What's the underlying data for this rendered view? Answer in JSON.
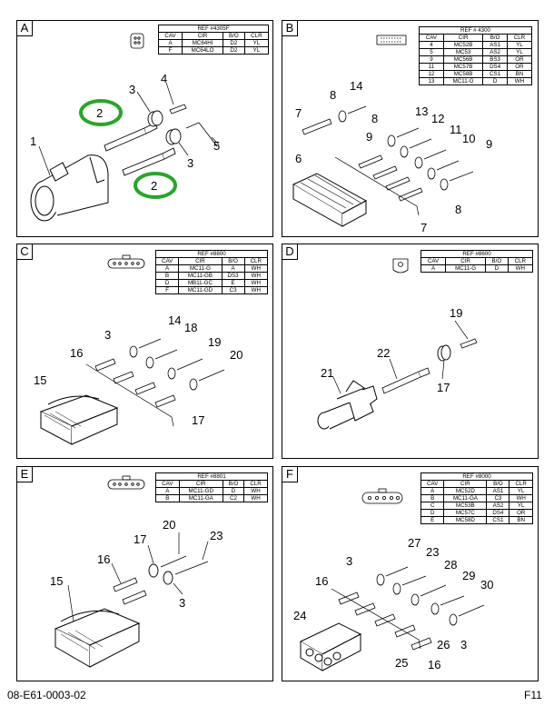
{
  "panels": {
    "a": {
      "letter": "A",
      "ref_title": "REF #4305F",
      "columns": [
        "CAV",
        "CIR",
        "B/O",
        "CLR"
      ],
      "rows": [
        [
          "A",
          "MC64HI",
          "D2",
          "YL"
        ],
        [
          "F",
          "MC64LO",
          "D2",
          "YL"
        ]
      ],
      "callouts": [
        "1",
        "2",
        "2",
        "3",
        "3",
        "4",
        "5"
      ]
    },
    "b": {
      "letter": "B",
      "ref_title": "REF # 4300",
      "columns": [
        "CAV",
        "CIR",
        "B/O",
        "CLR"
      ],
      "rows": [
        [
          "4",
          "MC52B",
          "AS1",
          "YL"
        ],
        [
          "5",
          "MC53",
          "AS2",
          "YL"
        ],
        [
          "9",
          "MC56B",
          "BS3",
          "OR"
        ],
        [
          "11",
          "MC57B",
          "DS4",
          "OR"
        ],
        [
          "12",
          "MC58B",
          "CS1",
          "BN"
        ],
        [
          "13",
          "MC11-G",
          "D",
          "WH"
        ]
      ],
      "callouts": [
        "14",
        "8",
        "7",
        "8",
        "13",
        "12",
        "9",
        "11",
        "10",
        "9",
        "6",
        "8",
        "7"
      ]
    },
    "c": {
      "letter": "C",
      "ref_title": "REF #8800",
      "columns": [
        "CAV",
        "CIR",
        "B/O",
        "CLR"
      ],
      "rows": [
        [
          "A",
          "MC11-G",
          "A",
          "WH"
        ],
        [
          "B",
          "MC11-GB",
          "DS3",
          "WH"
        ],
        [
          "D",
          "MB11-GC",
          "E",
          "WH"
        ],
        [
          "F",
          "MC11-GD",
          "C3",
          "WH"
        ]
      ],
      "callouts": [
        "14",
        "18",
        "3",
        "19",
        "16",
        "20",
        "15",
        "17"
      ]
    },
    "d": {
      "letter": "D",
      "ref_title": "REF #8600",
      "columns": [
        "CAV",
        "CIR",
        "B/O",
        "CLR"
      ],
      "rows": [
        [
          "A",
          "MC11-G",
          "D",
          "WH"
        ]
      ],
      "callouts": [
        "19",
        "22",
        "21",
        "17"
      ]
    },
    "e": {
      "letter": "E",
      "ref_title": "REF #8801",
      "columns": [
        "CAV",
        "CIR",
        "B/O",
        "CLR"
      ],
      "rows": [
        [
          "A",
          "MC11-GD",
          "D",
          "WH"
        ],
        [
          "B",
          "MC11-GA",
          "C2",
          "WH"
        ]
      ],
      "callouts": [
        "20",
        "17",
        "23",
        "16",
        "15",
        "3"
      ]
    },
    "f": {
      "letter": "F",
      "ref_title": "REF #8000",
      "columns": [
        "CAV",
        "CIR",
        "B/O",
        "CLR"
      ],
      "rows": [
        [
          "A",
          "MC52D",
          "AS1",
          "YL"
        ],
        [
          "B",
          "MC11-GA",
          "C3",
          "WH"
        ],
        [
          "C",
          "MC53B",
          "AS2",
          "YL"
        ],
        [
          "D",
          "MC57C",
          "DS4",
          "OR"
        ],
        [
          "E",
          "MC58D",
          "CS1",
          "BN"
        ]
      ],
      "callouts": [
        "27",
        "23",
        "3",
        "28",
        "29",
        "30",
        "16",
        "24",
        "26",
        "3",
        "25",
        "16"
      ]
    }
  },
  "footer": {
    "left": "08-E61-0003-02",
    "right": "F11"
  },
  "colors": {
    "highlight": "#2aa52a",
    "line": "#000000"
  }
}
